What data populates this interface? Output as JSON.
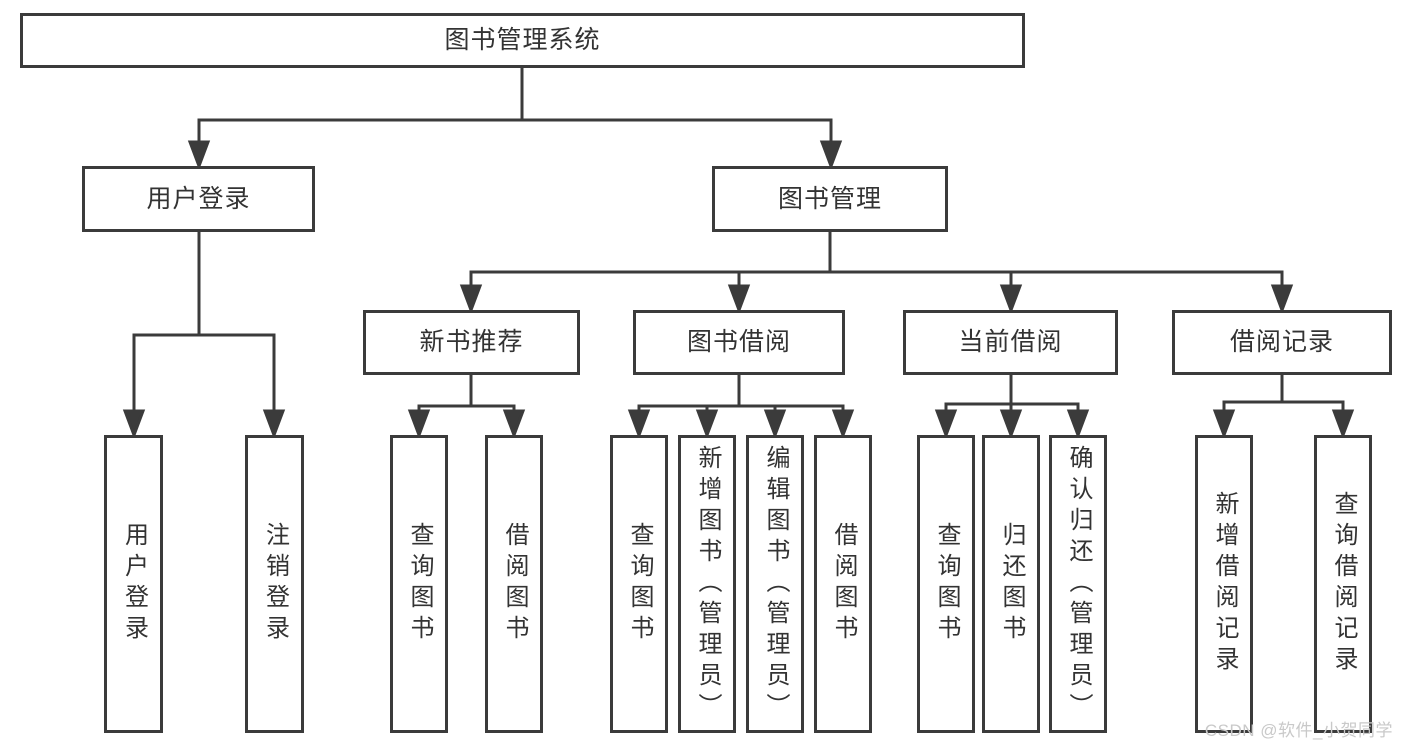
{
  "tree": {
    "root": {
      "label": "图书管理系统"
    },
    "branches": [
      {
        "label": "用户登录",
        "leaves": [
          {
            "label": "用户登录"
          },
          {
            "label": "注销登录"
          }
        ]
      },
      {
        "label": "图书管理",
        "groups": [
          {
            "label": "新书推荐",
            "leaves": [
              {
                "label": "查询图书"
              },
              {
                "label": "借阅图书"
              }
            ]
          },
          {
            "label": "图书借阅",
            "leaves": [
              {
                "label": "查询图书"
              },
              {
                "label": "新增图书（管理员）"
              },
              {
                "label": "编辑图书（管理员）"
              },
              {
                "label": "借阅图书"
              }
            ]
          },
          {
            "label": "当前借阅",
            "leaves": [
              {
                "label": "查询图书"
              },
              {
                "label": "归还图书"
              },
              {
                "label": "确认归还（管理员）"
              }
            ]
          },
          {
            "label": "借阅记录",
            "leaves": [
              {
                "label": "新增借阅记录"
              },
              {
                "label": "查询借阅记录"
              }
            ]
          }
        ]
      }
    ]
  },
  "colors": {
    "line": "#3b3b3b",
    "text": "#333333",
    "watermark": "#c9c9c9",
    "background": "#ffffff"
  },
  "watermark": {
    "text": "CSDN @软件_小贺同学"
  }
}
